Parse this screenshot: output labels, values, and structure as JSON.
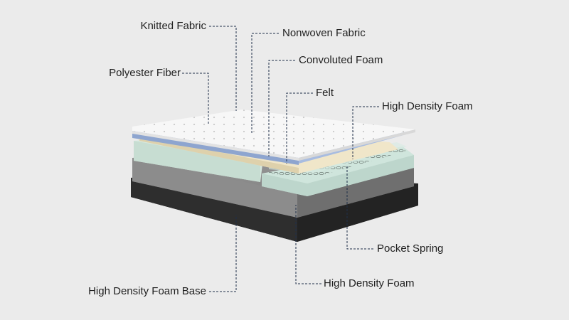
{
  "labels": {
    "knitted_fabric": "Knitted Fabric",
    "nonwoven_fabric": "Nonwoven Fabric",
    "convoluted_foam": "Convoluted Foam",
    "polyester_fiber": "Polyester Fiber",
    "felt": "Felt",
    "high_density_foam_top": "High Density Foam",
    "pocket_spring": "Pocket Spring",
    "high_density_foam_bottom": "High Density Foam",
    "high_density_foam_base": "High Density Foam Base"
  },
  "colors": {
    "background": "#ebebeb",
    "knitted_fabric": "#f6f6f6",
    "nonwoven_fabric": "#9fb3d8",
    "felt": "#eee4c8",
    "high_density_foam": "#cfe3da",
    "pocket_spring_foam": "#c6ddd6",
    "grey_foam": "#8a8a8a",
    "base": "#2b2b2b",
    "leader_line": "#1f2f4a"
  }
}
